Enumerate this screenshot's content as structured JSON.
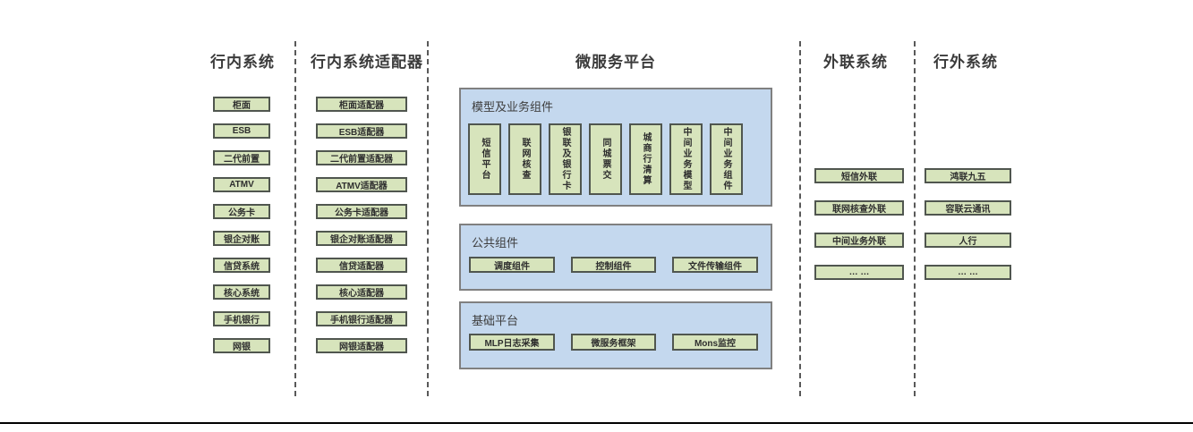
{
  "diagram": {
    "columns": {
      "internal": {
        "title": "行内系统",
        "items": [
          "柜面",
          "ESB",
          "二代前置",
          "ATMV",
          "公务卡",
          "银企对账",
          "信贷系统",
          "核心系统",
          "手机银行",
          "网银"
        ]
      },
      "adapters": {
        "title": "行内系统适配器",
        "items": [
          "柜面适配器",
          "ESB适配器",
          "二代前置适配器",
          "ATMV适配器",
          "公务卡适配器",
          "银企对账适配器",
          "信贷适配器",
          "核心适配器",
          "手机银行适配器",
          "网银适配器"
        ]
      },
      "platform": {
        "title": "微服务平台",
        "model_section": {
          "label": "模型及业务组件",
          "items": [
            "短信平台",
            "联网核查",
            "银联及银行卡",
            "同城票交",
            "城商行清算",
            "中间业务模型",
            "中间业务组件"
          ]
        },
        "common_section": {
          "label": "公共组件",
          "items": [
            "调度组件",
            "控制组件",
            "文件传输组件"
          ]
        },
        "base_section": {
          "label": "基础平台",
          "items": [
            "MLP日志采集",
            "微服务框架",
            "Mons监控"
          ]
        }
      },
      "outreach": {
        "title": "外联系统",
        "items": [
          "短信外联",
          "联网核查外联",
          "中间业务外联",
          "… …"
        ]
      },
      "external": {
        "title": "行外系统",
        "items": [
          "鸿联九五",
          "容联云通讯",
          "人行",
          "… …"
        ]
      }
    },
    "colors": {
      "panel_blue": "#c4d8ee",
      "box_green": "#d7e4bc",
      "box_border": "#50564f",
      "panel_border": "#808080",
      "dash_line": "#595959",
      "text": "#3b3b3b"
    }
  }
}
